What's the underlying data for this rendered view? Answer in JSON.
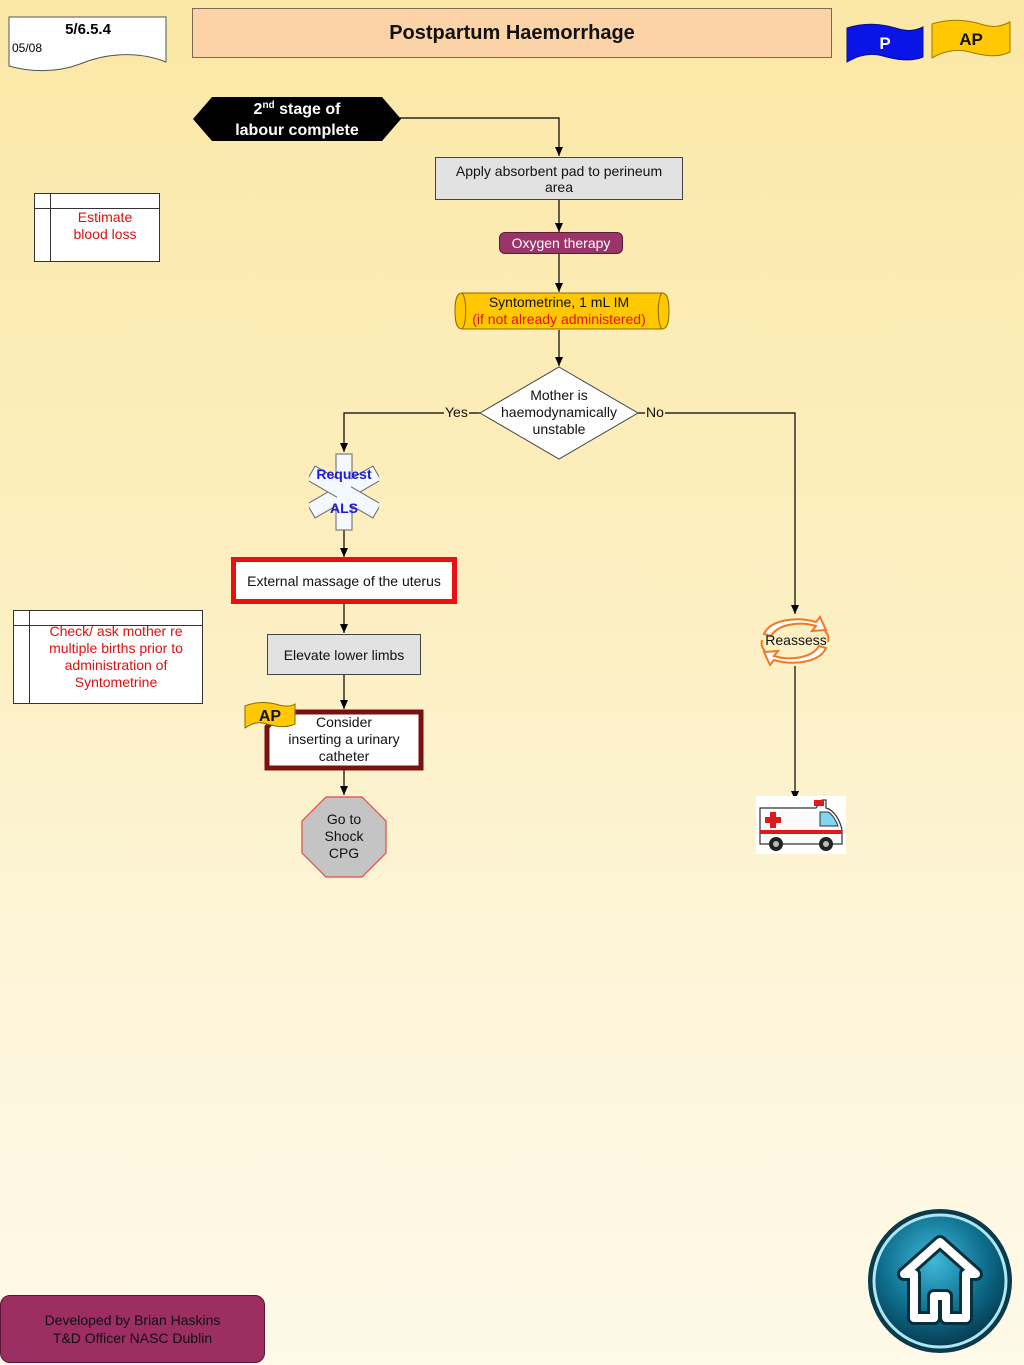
{
  "header": {
    "code": "5/6.5.4",
    "date": "05/08",
    "title": "Postpartum Haemorrhage",
    "badge_p": "P",
    "badge_ap": "AP"
  },
  "flow": {
    "start_line1": "2",
    "start_sup": "nd",
    "start_line1_rest": " stage of",
    "start_line2": "labour complete",
    "pad_line1": "Apply absorbent pad to perineum",
    "pad_line2": "area",
    "oxygen": "Oxygen therapy",
    "synto_line1": "Syntometrine, 1 mL IM",
    "synto_line2": "(if not already administered)",
    "decision_line1": "Mother is",
    "decision_line2": "haemodynamically",
    "decision_line3": "unstable",
    "yes": "Yes",
    "no": "No",
    "als_line1": "Request",
    "als_line2": "ALS",
    "massage": "External massage of the uterus",
    "elevate": "Elevate lower limbs",
    "ap_flag": "AP",
    "catheter_line1": "Consider",
    "catheter_line2": "inserting a urinary",
    "catheter_line3": "catheter",
    "shock_line1": "Go to",
    "shock_line2": "Shock",
    "shock_line3": "CPG",
    "reassess": "Reassess"
  },
  "notes": {
    "blood_line1": "Estimate",
    "blood_line2": "blood loss",
    "check_line1": "Check/ ask mother re",
    "check_line2": "multiple births prior to",
    "check_line3": "administration of",
    "check_line4": "Syntometrine"
  },
  "footer": {
    "credit_line1": "Developed by Brian Haskins",
    "credit_line2": "T&D Officer NASC Dublin"
  },
  "icons": {
    "home": "home-icon",
    "ambulance": "ambulance-icon",
    "reassess": "reassess-cycle-icon",
    "star_of_life": "star-of-life-icon"
  },
  "colors": {
    "title_fill": "#fbd3a6",
    "oxygen_fill": "#9b3468",
    "synto_fill": "#ffc800",
    "massage_border": "#e81010",
    "catheter_border": "#7a1010",
    "badge_p": "#0a14e6",
    "badge_ap": "#ffc800",
    "credit_fill": "#9c2e62",
    "note_text": "#e01010"
  }
}
